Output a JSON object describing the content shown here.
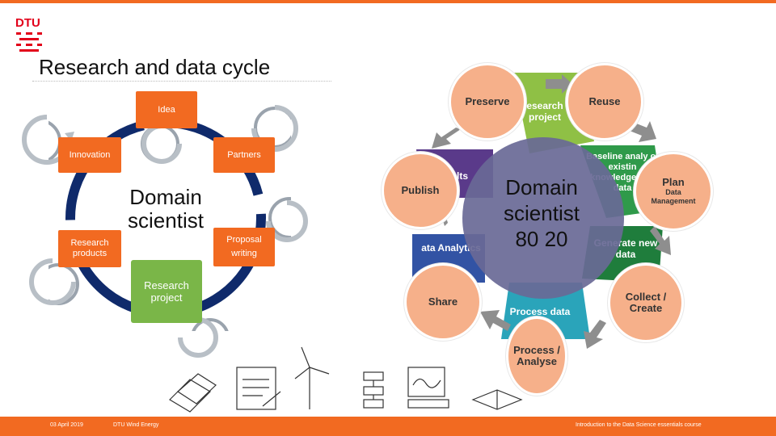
{
  "slide": {
    "title": "Research and data cycle",
    "brand": "DTU"
  },
  "left_cycle": {
    "idea": "Idea",
    "innovation": "Innovation",
    "partners": "Partners",
    "research_products": "Research products",
    "proposal_writing": "Proposal writing",
    "research_project": "Research project",
    "center": "Domain scientist"
  },
  "right_cycle": {
    "petals": {
      "preserve": "Preserve",
      "reuse": "Reuse",
      "plan": "Plan",
      "plan_sub": "Data Management",
      "collect": "Collect / Create",
      "process": "Process / Analyse",
      "share": "Share",
      "publish": "Publish"
    },
    "segments": {
      "research_project": "esearch project",
      "baseline": "Baseline analy of existin knowledge and data",
      "generate": "Generate new data",
      "process_data": "Process data",
      "data_analytics": "ata Analytics",
      "results": "sults"
    },
    "center_title": "Domain scientist",
    "center_ratio": "80 20"
  },
  "footer": {
    "date": "03 April 2019",
    "org": "DTU Wind Energy",
    "course": "Introduction to the Data Science essentials course"
  },
  "colors": {
    "accent_orange": "#f26a21",
    "cycle_navy": "#0f2a6b",
    "green_box": "#7ab648",
    "petal_peach": "#f6b08a",
    "center_purple": "#69698f"
  }
}
